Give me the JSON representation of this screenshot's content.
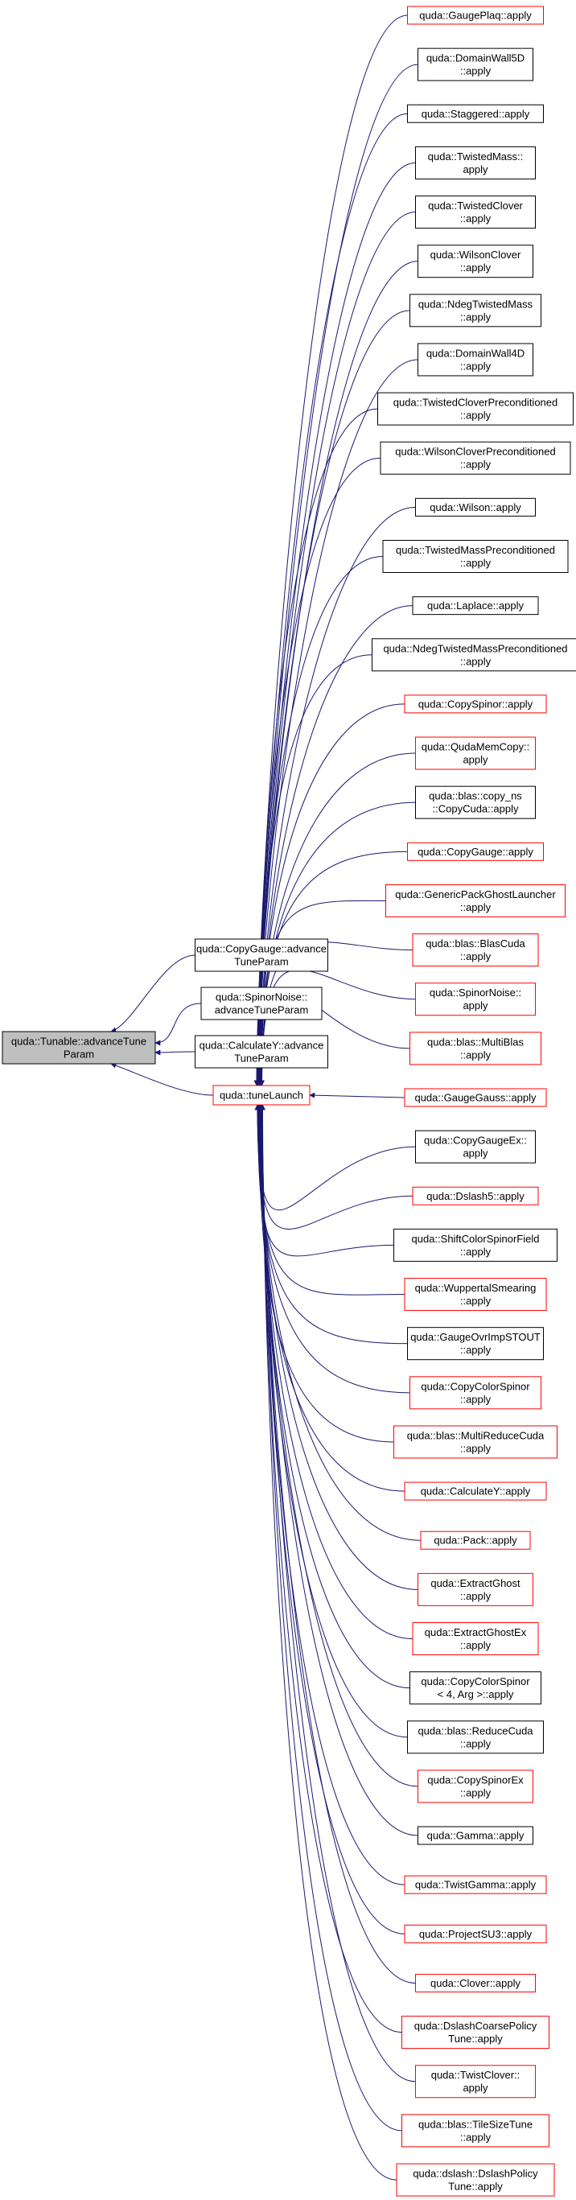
{
  "graph": {
    "edge_color": "#191970",
    "node_border_black": "#000000",
    "node_border_red": "#ff0000",
    "node_fill": "#ffffff",
    "root_fill": "#bfbfbf",
    "root": {
      "id": "root",
      "lines": [
        "quda::Tunable::advanceTune",
        "Param"
      ],
      "border": "black",
      "fill": "gray"
    },
    "middle": [
      {
        "id": "cg_adv",
        "lines": [
          "quda::CopyGauge::advance",
          "TuneParam"
        ],
        "border": "black"
      },
      {
        "id": "sn_adv",
        "lines": [
          "quda::SpinorNoise::",
          "advanceTuneParam"
        ],
        "border": "black"
      },
      {
        "id": "cy_adv",
        "lines": [
          "quda::CalculateY::advance",
          "TuneParam"
        ],
        "border": "black"
      },
      {
        "id": "tune",
        "lines": [
          "quda::tuneLaunch"
        ],
        "border": "red"
      }
    ],
    "callers": [
      {
        "lines": [
          "quda::GaugePlaq::apply"
        ],
        "border": "red"
      },
      {
        "lines": [
          "quda::DomainWall5D",
          "::apply"
        ],
        "border": "black"
      },
      {
        "lines": [
          "quda::Staggered::apply"
        ],
        "border": "black"
      },
      {
        "lines": [
          "quda::TwistedMass::",
          "apply"
        ],
        "border": "black"
      },
      {
        "lines": [
          "quda::TwistedClover",
          "::apply"
        ],
        "border": "black"
      },
      {
        "lines": [
          "quda::WilsonClover",
          "::apply"
        ],
        "border": "black"
      },
      {
        "lines": [
          "quda::NdegTwistedMass",
          "::apply"
        ],
        "border": "black"
      },
      {
        "lines": [
          "quda::DomainWall4D",
          "::apply"
        ],
        "border": "black"
      },
      {
        "lines": [
          "quda::TwistedCloverPreconditioned",
          "::apply"
        ],
        "border": "black"
      },
      {
        "lines": [
          "quda::WilsonCloverPreconditioned",
          "::apply"
        ],
        "border": "black"
      },
      {
        "lines": [
          "quda::Wilson::apply"
        ],
        "border": "black"
      },
      {
        "lines": [
          "quda::TwistedMassPreconditioned",
          "::apply"
        ],
        "border": "black"
      },
      {
        "lines": [
          "quda::Laplace::apply"
        ],
        "border": "black"
      },
      {
        "lines": [
          "quda::NdegTwistedMassPreconditioned",
          "::apply"
        ],
        "border": "black"
      },
      {
        "lines": [
          "quda::CopySpinor::apply"
        ],
        "border": "red"
      },
      {
        "lines": [
          "quda::QudaMemCopy::",
          "apply"
        ],
        "border": "red"
      },
      {
        "lines": [
          "quda::blas::copy_ns",
          "::CopyCuda::apply"
        ],
        "border": "black"
      },
      {
        "lines": [
          "quda::CopyGauge::apply"
        ],
        "border": "red"
      },
      {
        "lines": [
          "quda::GenericPackGhostLauncher",
          "::apply"
        ],
        "border": "red"
      },
      {
        "lines": [
          "quda::blas::BlasCuda",
          "::apply"
        ],
        "border": "red"
      },
      {
        "lines": [
          "quda::SpinorNoise::",
          "apply"
        ],
        "border": "red"
      },
      {
        "lines": [
          "quda::blas::MultiBlas",
          "::apply"
        ],
        "border": "red"
      },
      {
        "lines": [
          "quda::GaugeGauss::apply"
        ],
        "border": "red"
      },
      {
        "lines": [
          "quda::CopyGaugeEx::",
          "apply"
        ],
        "border": "black"
      },
      {
        "lines": [
          "quda::Dslash5::apply"
        ],
        "border": "red"
      },
      {
        "lines": [
          "quda::ShiftColorSpinorField",
          "::apply"
        ],
        "border": "black"
      },
      {
        "lines": [
          "quda::WuppertalSmearing",
          "::apply"
        ],
        "border": "red"
      },
      {
        "lines": [
          "quda::GaugeOvrImpSTOUT",
          "::apply"
        ],
        "border": "black"
      },
      {
        "lines": [
          "quda::CopyColorSpinor",
          "::apply"
        ],
        "border": "red"
      },
      {
        "lines": [
          "quda::blas::MultiReduceCuda",
          "::apply"
        ],
        "border": "red"
      },
      {
        "lines": [
          "quda::CalculateY::apply"
        ],
        "border": "red"
      },
      {
        "lines": [
          "quda::Pack::apply"
        ],
        "border": "red"
      },
      {
        "lines": [
          "quda::ExtractGhost",
          "::apply"
        ],
        "border": "red"
      },
      {
        "lines": [
          "quda::ExtractGhostEx",
          "::apply"
        ],
        "border": "red"
      },
      {
        "lines": [
          "quda::CopyColorSpinor",
          "< 4, Arg >::apply"
        ],
        "border": "black"
      },
      {
        "lines": [
          "quda::blas::ReduceCuda",
          "::apply"
        ],
        "border": "black"
      },
      {
        "lines": [
          "quda::CopySpinorEx",
          "::apply"
        ],
        "border": "red"
      },
      {
        "lines": [
          "quda::Gamma::apply"
        ],
        "border": "black"
      },
      {
        "lines": [
          "quda::TwistGamma::apply"
        ],
        "border": "red"
      },
      {
        "lines": [
          "quda::ProjectSU3::apply"
        ],
        "border": "red"
      },
      {
        "lines": [
          "quda::Clover::apply"
        ],
        "border": "red"
      },
      {
        "lines": [
          "quda::DslashCoarsePolicy",
          "Tune::apply"
        ],
        "border": "red"
      },
      {
        "lines": [
          "quda::TwistClover::",
          "apply"
        ],
        "border": "red"
      },
      {
        "lines": [
          "quda::blas::TileSizeTune",
          "::apply"
        ],
        "border": "red"
      },
      {
        "lines": [
          "quda::dslash::DslashPolicy",
          "Tune::apply"
        ],
        "border": "red"
      }
    ]
  }
}
